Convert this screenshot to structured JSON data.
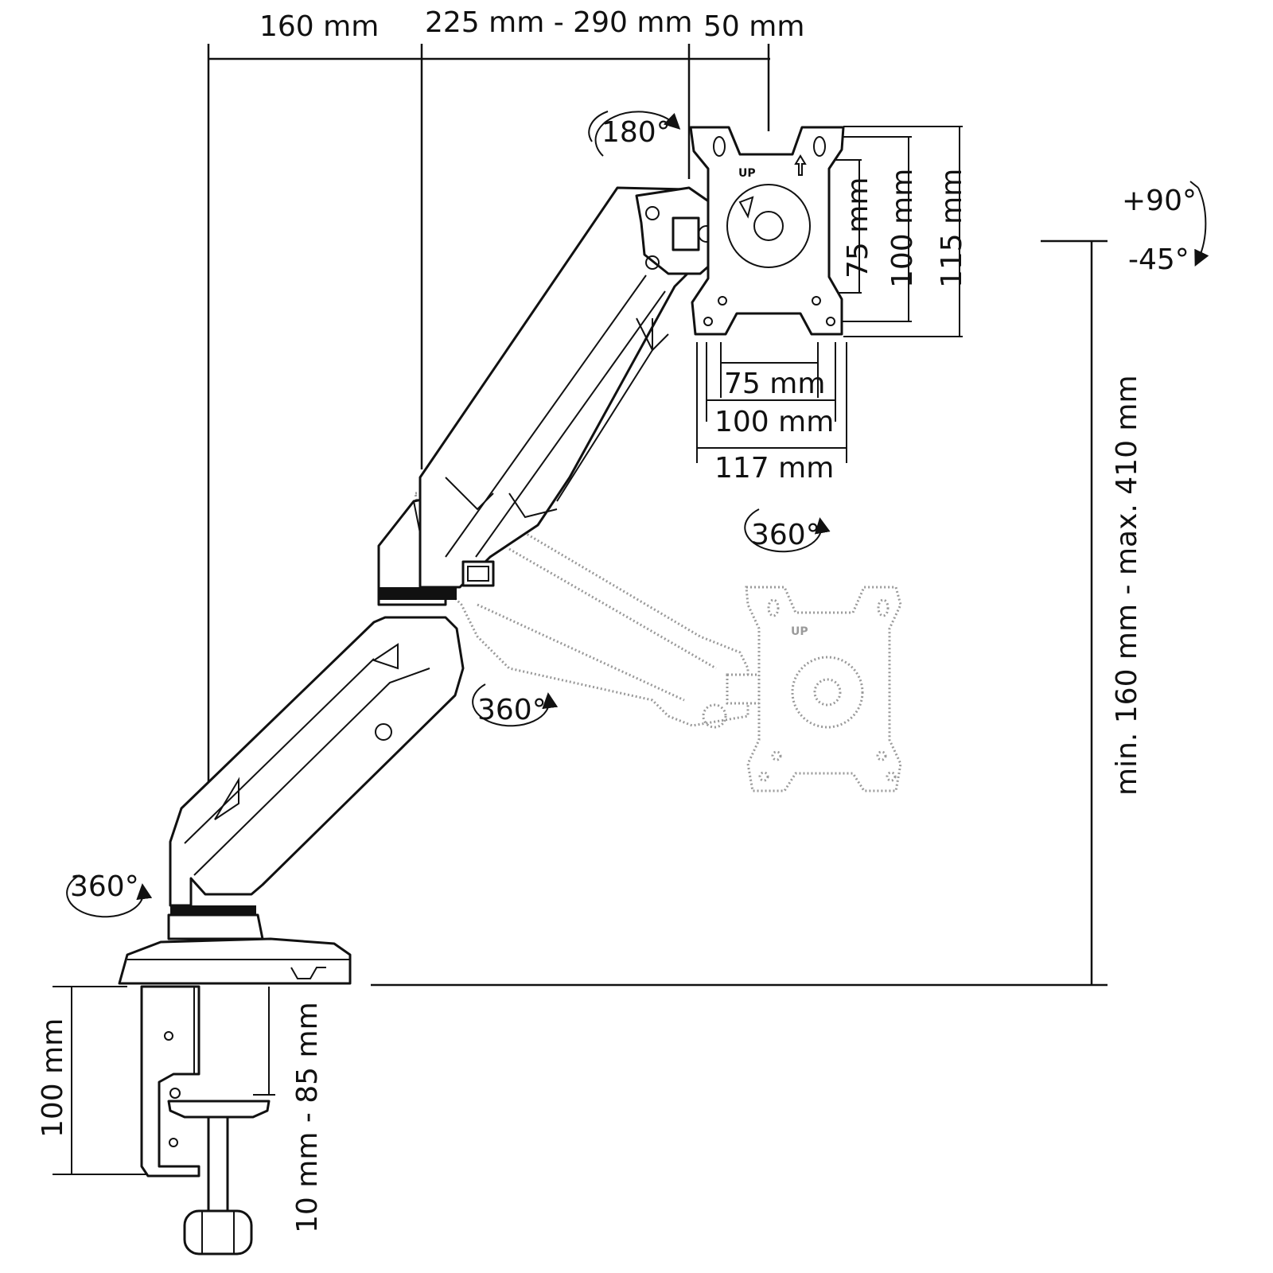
{
  "dimensions": {
    "arm_reach_base": "160 mm",
    "arm_reach_range": "225 mm - 290 mm",
    "tilt_head_depth": "50 mm",
    "vesa_small_h": "75 mm",
    "vesa_large_h": "100 mm",
    "plate_width": "117 mm",
    "vesa_small_v": "75 mm",
    "vesa_large_v": "100 mm",
    "plate_height": "115 mm",
    "height_range": "min. 160 mm - max. 410 mm",
    "clamp_height": "100 mm",
    "desk_thickness": "10 mm - 85 mm"
  },
  "rotations": {
    "head_swivel": "180°",
    "tilt_up": "+90°",
    "tilt_down": "-45°",
    "plate_rotation": "360°",
    "elbow_rotation": "360°",
    "base_rotation": "360°"
  },
  "plate_marking": "UP",
  "colors": {
    "line": "#111111",
    "ghost": "#9a9a9a",
    "background": "#ffffff"
  }
}
